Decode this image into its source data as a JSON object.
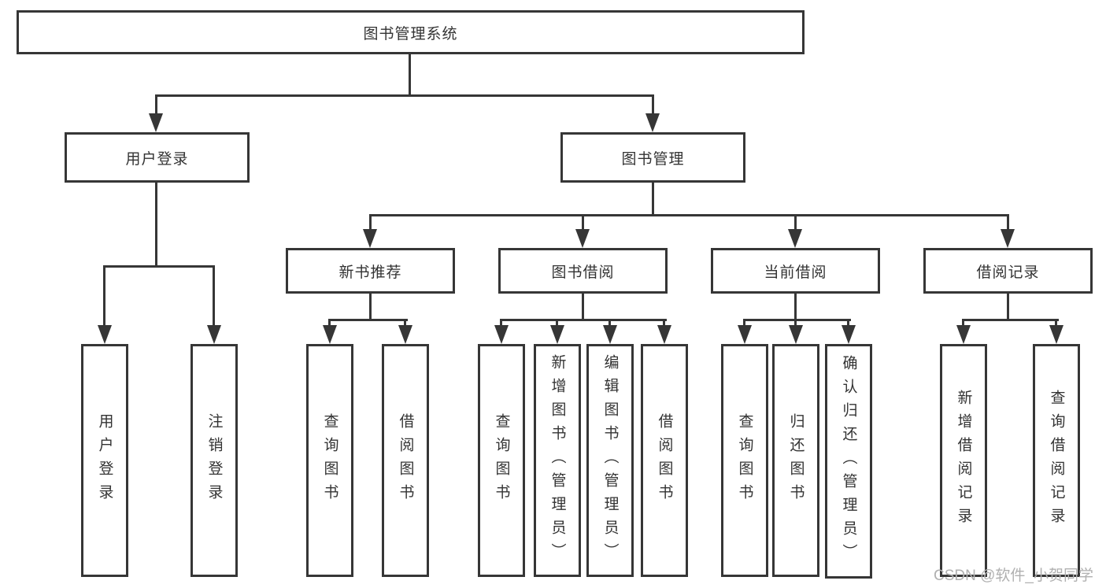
{
  "diagram": {
    "type": "hierarchy-chart",
    "colors": {
      "line": "#363636",
      "box_border": "#363636",
      "box_fill": "#ffffff",
      "text": "#333333",
      "watermark": "#b0b0b0",
      "background": "#ffffff"
    }
  },
  "tree": {
    "root": {
      "label": "图书管理系统"
    },
    "branches": [
      {
        "label": "用户登录",
        "children": [
          {
            "label": "用户登录"
          },
          {
            "label": "注销登录"
          }
        ]
      },
      {
        "label": "图书管理",
        "children": [
          {
            "label": "新书推荐",
            "children": [
              {
                "label": "查询图书"
              },
              {
                "label": "借阅图书"
              }
            ]
          },
          {
            "label": "图书借阅",
            "children": [
              {
                "label": "查询图书"
              },
              {
                "label": "新增图书（管理员）"
              },
              {
                "label": "编辑图书（管理员）"
              },
              {
                "label": "借阅图书"
              }
            ]
          },
          {
            "label": "当前借阅",
            "children": [
              {
                "label": "查询图书"
              },
              {
                "label": "归还图书"
              },
              {
                "label": "确认归还（管理员）"
              }
            ]
          },
          {
            "label": "借阅记录",
            "children": [
              {
                "label": "新增借阅记录"
              },
              {
                "label": "查询借阅记录"
              }
            ]
          }
        ]
      }
    ]
  },
  "watermark": {
    "text": "CSDN @软件_小贺同学"
  }
}
